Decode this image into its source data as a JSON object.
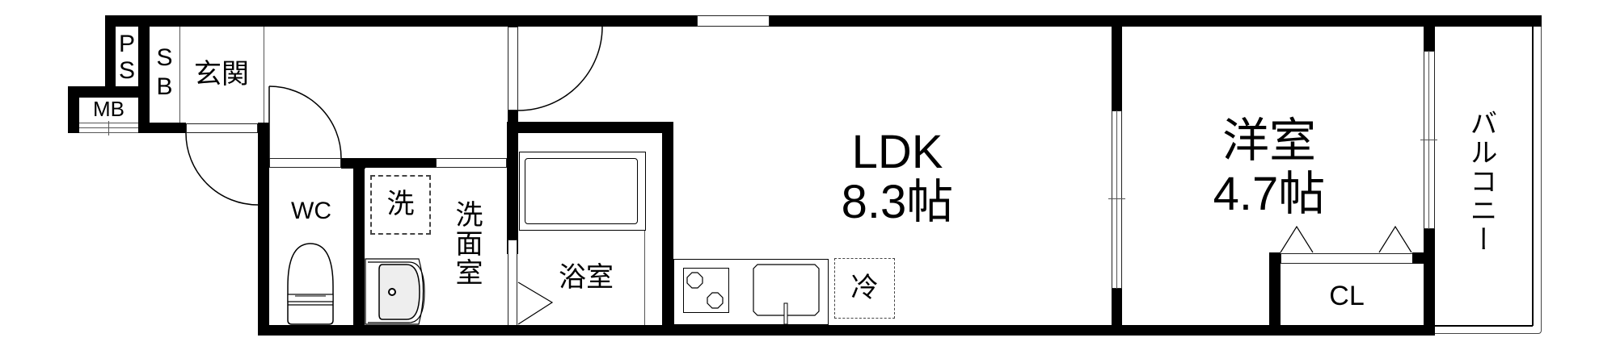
{
  "floor_plan": {
    "type": "apartment floor plan (1LDK)",
    "rooms": {
      "ps": {
        "label_line1": "P",
        "label_line2": "S"
      },
      "sb": {
        "label_line1": "S",
        "label_line2": "B"
      },
      "mb": {
        "label": "MB"
      },
      "entrance": {
        "label": "玄関"
      },
      "wc": {
        "label": "WC"
      },
      "washer": {
        "label": "洗"
      },
      "washroom": {
        "label": "洗面室"
      },
      "bathroom": {
        "label": "浴室"
      },
      "ldk": {
        "label": "LDK",
        "size": "8.3帖"
      },
      "western_room": {
        "label": "洋室",
        "size": "4.7帖"
      },
      "closet": {
        "label": "CL"
      },
      "fridge": {
        "label": "冷"
      },
      "balcony": {
        "label": "バルコニー"
      }
    },
    "fixtures": [
      "toilet-icon",
      "washbasin-icon",
      "bathtub-icon",
      "stove-icon",
      "kitchen-sink-icon"
    ],
    "colors": {
      "wall": "#000000",
      "background": "#ffffff",
      "basin_fill": "#eeeeee"
    }
  }
}
